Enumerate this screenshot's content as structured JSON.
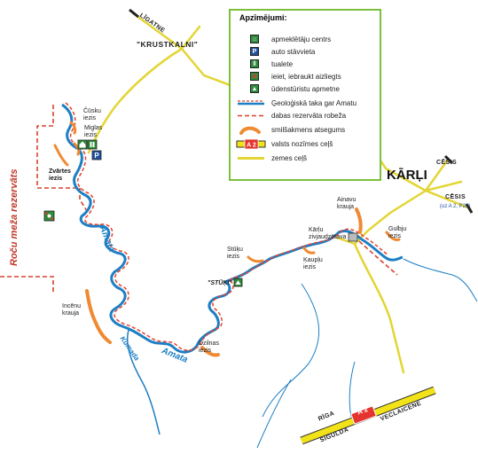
{
  "legend": {
    "title": "Apzīmējumi:",
    "items": [
      {
        "icon": "visitor-centre-icon",
        "label": "apmeklētāju centrs"
      },
      {
        "icon": "parking-icon",
        "label": "auto stāvvieta"
      },
      {
        "icon": "toilet-icon",
        "label": "tualete"
      },
      {
        "icon": "no-entry-icon",
        "label": "ieiet, iebraukt aizliegts"
      },
      {
        "icon": "water-tourist-icon",
        "label": "ūdenstūristu apmetne"
      },
      {
        "icon": "geological-trail-line",
        "label": "Ģeoloģiskā taka gar Amatu"
      },
      {
        "icon": "reserve-border-line",
        "label": "dabas rezervāta robeža"
      },
      {
        "icon": "sandstone-outcrop",
        "label": "smilšakmens atsegums"
      },
      {
        "icon": "state-road-a2",
        "label": "valsts nozīmes ceļš",
        "badge": "A 2"
      },
      {
        "icon": "dirt-road-line",
        "label": "zemes ceļš"
      }
    ]
  },
  "places": {
    "karli": "KĀRĻI",
    "krustkalni": "\"KRUSTKALNI\"",
    "stuki": "\"STŪĶI\"",
    "cusku": "Čūsku\niezis",
    "miglas": "Miglas\niezis",
    "zvartes": "Zvārtes\niezis",
    "ainavu": "Ainavu\nkrauja",
    "gulbju": "Gulbju\niezis",
    "karlu_dam": "Kārļu\nzivjaudzētava",
    "kaupju": "Ķaupļu\niezis",
    "stuku": "Stūķu\niezis",
    "incenu": "Incēnu\nkrauja",
    "dzilnas": "Dzilnas\niezis"
  },
  "rivers": {
    "amata": "Amata",
    "kumada": "Kumada"
  },
  "reserve_label": "Roču meža rezervāts",
  "roads": {
    "ligatne": "LĪGATNE",
    "cesis": "CĒSIS",
    "riga": "RĪGA",
    "sigulda": "SIGULDA",
    "veclaicene": "VECLAICENE",
    "a2_badge": "A 2",
    "cesis_ref": "(uz A 2, P20)"
  },
  "colors": {
    "river": "#1d7fc4",
    "trail": "#e8412c",
    "road_dirt": "#e3d534",
    "road_state": "#f2e318",
    "sandstone": "#f08a32",
    "legend_border": "#7cbf3a",
    "icon_green": "#2e8b3a",
    "icon_blue": "#1f4f9e"
  }
}
